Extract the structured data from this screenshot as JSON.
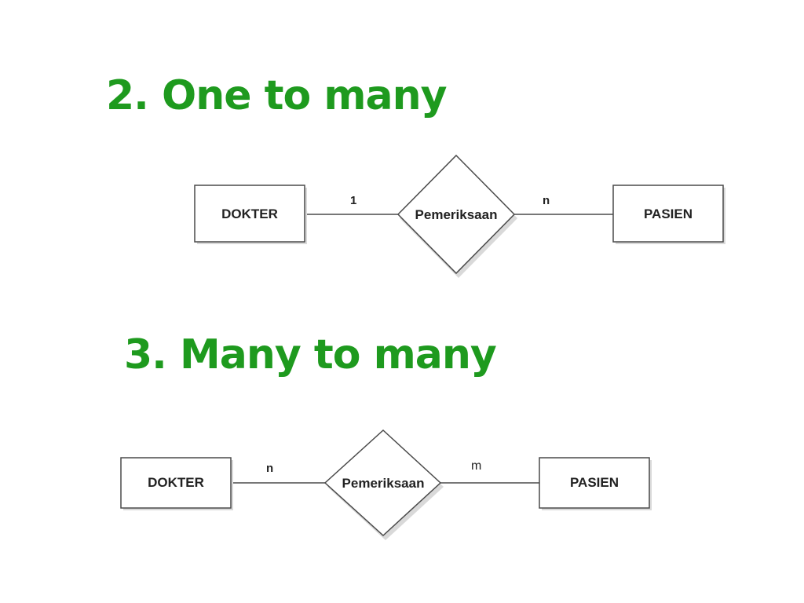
{
  "theme": {
    "title_color": "#1e9a1e",
    "stroke": "#4a4a4a"
  },
  "one_to_many": {
    "title": "2. One to many",
    "entity_left": "DOKTER",
    "relationship": "Pemeriksaan",
    "entity_right": "PASIEN",
    "cardinality_left": "1",
    "cardinality_right": "n"
  },
  "many_to_many": {
    "title": "3. Many to many",
    "entity_left": "DOKTER",
    "relationship": "Pemeriksaan",
    "entity_right": "PASIEN",
    "cardinality_left": "n",
    "cardinality_right": "m"
  }
}
